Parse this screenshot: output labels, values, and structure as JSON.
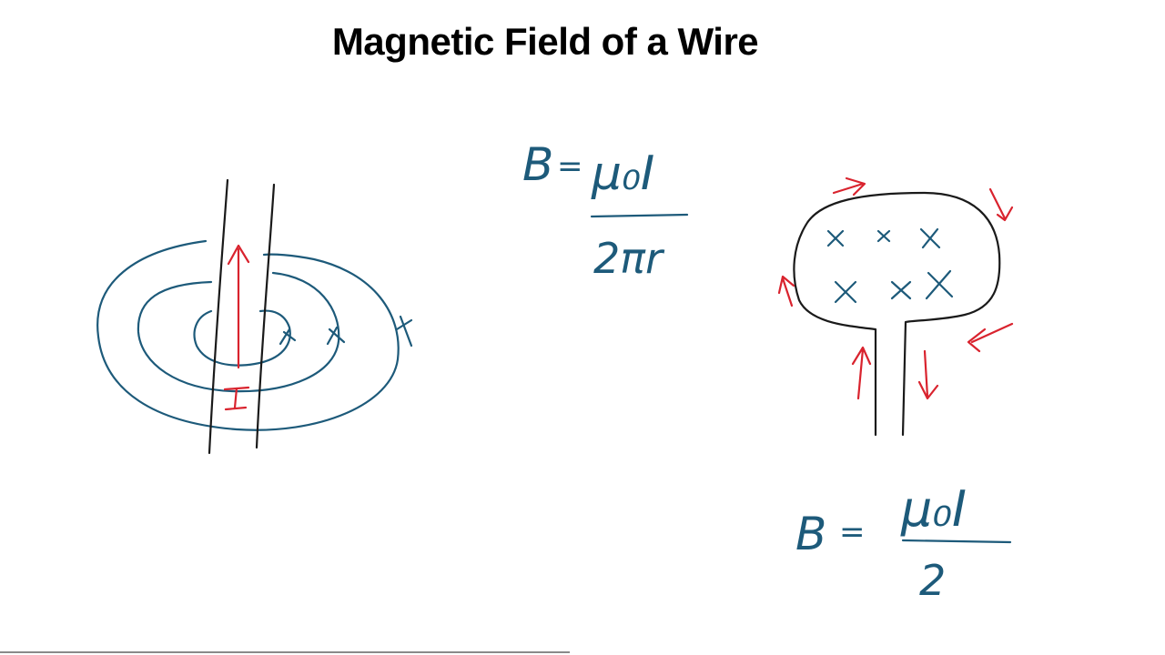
{
  "title": "Magnetic Field of a Wire",
  "colors": {
    "field_ink": "#1d5a7a",
    "current_ink": "#d9232e",
    "wire_ink": "#1a1a1a"
  },
  "wire_diagram": {
    "current_label": "I",
    "field_marks": [
      "x",
      "x",
      "x"
    ]
  },
  "equation_straight": {
    "lhs": "B",
    "equals": "=",
    "numerator": "μ₀I",
    "denominator": "2πr"
  },
  "loop_diagram": {
    "field_marks": [
      "x",
      "x",
      "x",
      "x",
      "x",
      "x"
    ]
  },
  "equation_loop": {
    "lhs": "B",
    "equals": "=",
    "numerator": "μ₀I",
    "denominator": "2"
  }
}
